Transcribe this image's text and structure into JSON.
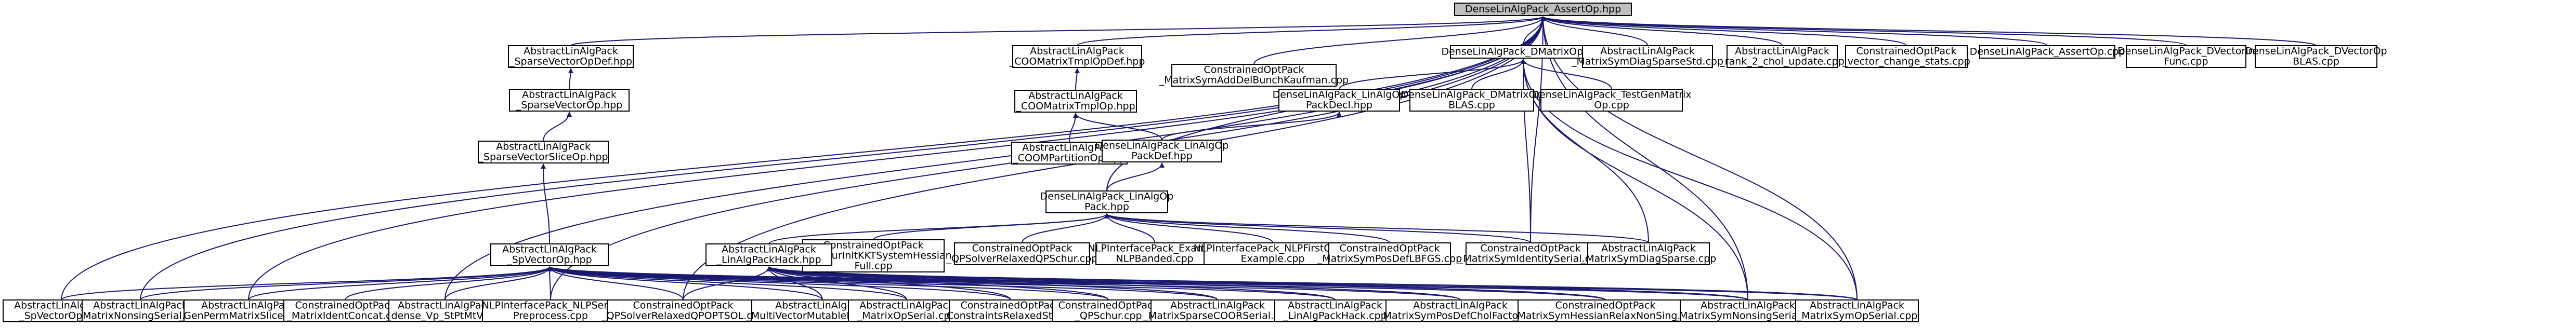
{
  "graph": {
    "edge_color": "#191970",
    "root_fill": "#bfbfbf",
    "nodes": [
      {
        "id": "root",
        "lines": [
          "DenseLinAlgPack_AssertOp.hpp"
        ],
        "root": true
      },
      {
        "id": "spvc",
        "lines": [
          "AbstractLinAlgPack",
          "_SparseVectorOpDef.hpp"
        ]
      },
      {
        "id": "coomtmp",
        "lines": [
          "AbstractLinAlgPack",
          "_COOMatrixTmplOpDef.hpp"
        ]
      },
      {
        "id": "cmsdbk",
        "lines": [
          "ConstrainedOptPack",
          "_MatrixSymAddDelBunchKaufman.cpp"
        ]
      },
      {
        "id": "dmop",
        "lines": [
          "DenseLinAlgPack_DMatrixOp.hpp"
        ]
      },
      {
        "id": "symdia",
        "lines": [
          "AbstractLinAlgPack",
          "_MatrixSymDiagSparseStd.cpp"
        ]
      },
      {
        "id": "rank2",
        "lines": [
          "AbstractLinAlgPack",
          "_rank_2_chol_update.cpp"
        ]
      },
      {
        "id": "vcstats",
        "lines": [
          "ConstrainedOptPack",
          "_vector_change_stats.cpp"
        ]
      },
      {
        "id": "assertcpp",
        "lines": [
          "DenseLinAlgPack_AssertOp.cpp"
        ]
      },
      {
        "id": "dvinfunc",
        "lines": [
          "DenseLinAlgPack_DVectorIn",
          "Func.cpp"
        ]
      },
      {
        "id": "dvblas",
        "lines": [
          "DenseLinAlgPack_DVectorOp",
          "BLAS.cpp"
        ]
      },
      {
        "id": "spvc2",
        "lines": [
          "AbstractLinAlgPack",
          "_SparseVectorOp.hpp"
        ]
      },
      {
        "id": "coomtmp2",
        "lines": [
          "AbstractLinAlgPack",
          "_COOMatrixTmplOp.hpp"
        ]
      },
      {
        "id": "lapo",
        "lines": [
          "DenseLinAlgPack_LinAlgOp",
          "PackDecl.hpp"
        ]
      },
      {
        "id": "dmblas",
        "lines": [
          "DenseLinAlgPack_DMatrixOp",
          "BLAS.cpp"
        ]
      },
      {
        "id": "testgen",
        "lines": [
          "DenseLinAlgPack_TestGenMatrix",
          "Op.cpp"
        ]
      },
      {
        "id": "spslice",
        "lines": [
          "AbstractLinAlgPack",
          "_SparseVectorSliceOp.hpp"
        ]
      },
      {
        "id": "coompart",
        "lines": [
          "AbstractLinAlgPack",
          "_COOMPartitionOp.hpp"
        ]
      },
      {
        "id": "lapodef",
        "lines": [
          "DenseLinAlgPack_LinAlgOp",
          "PackDef.hpp"
        ]
      },
      {
        "id": "lapack",
        "lines": [
          "DenseLinAlgPack_LinAlgOp",
          "Pack.hpp"
        ]
      },
      {
        "id": "qpschur",
        "lines": [
          "ConstrainedOptPack",
          "_QPSchurInitKKTSystemHessian",
          "Full.cpp"
        ]
      },
      {
        "id": "qpsolvschur",
        "lines": [
          "ConstrainedOptPack",
          "_QPSolverRelaxedQPSchur.cpp"
        ]
      },
      {
        "id": "nlpbanded",
        "lines": [
          "NLPInterfacePack_Example",
          "NLPBanded.cpp"
        ]
      },
      {
        "id": "nlpfirst",
        "lines": [
          "NLPInterfacePack_NLPFirstOrder",
          "Example.cpp"
        ]
      },
      {
        "id": "qpfdlbfgs",
        "lines": [
          "ConstrainedOptPack",
          "_MatrixSymPosDefLBFGS.cpp"
        ]
      },
      {
        "id": "csymid",
        "lines": [
          "ConstrainedOptPack",
          "_MatrixSymIdentitySerial.cpp"
        ]
      },
      {
        "id": "msds",
        "lines": [
          "AbstractLinAlgPack",
          "_MatrixSymDiagSparse.cpp"
        ]
      },
      {
        "id": "spvcop",
        "lines": [
          "AbstractLinAlgPack",
          "_SpVectorOp.hpp"
        ]
      },
      {
        "id": "lapackhack",
        "lines": [
          "AbstractLinAlgPack",
          "_LinAlgPackHack.hpp"
        ]
      },
      {
        "id": "spvcopcpp",
        "lines": [
          "AbstractLinAlgPack",
          "_SpVectorOp.cpp"
        ]
      },
      {
        "id": "nonsing",
        "lines": [
          "AbstractLinAlgPack",
          "_MatrixNonsingSerial.cpp"
        ]
      },
      {
        "id": "genperm",
        "lines": [
          "AbstractLinAlgPack",
          "_GenPermMatrixSliceOp.cpp"
        ]
      },
      {
        "id": "mident",
        "lines": [
          "ConstrainedOptPack",
          "_MatrixIdentConcat.cpp"
        ]
      },
      {
        "id": "densevs",
        "lines": [
          "AbstractLinAlgPack",
          "_dense_Vp_StPtMtV.hpp"
        ]
      },
      {
        "id": "nlpserial",
        "lines": [
          "NLPInterfacePack_NLPSerial",
          "Preprocess.cpp"
        ]
      },
      {
        "id": "qpsolvqpopt",
        "lines": [
          "ConstrainedOptPack",
          "_QPSolverRelaxedQPOPTSOL.cpp"
        ]
      },
      {
        "id": "multivec",
        "lines": [
          "AbstractLinAlgPack",
          "_MultiVectorMutableDense.cpp"
        ]
      },
      {
        "id": "mopserial",
        "lines": [
          "AbstractLinAlgPack",
          "_MatrixOpSerial.cpp"
        ]
      },
      {
        "id": "crelax",
        "lines": [
          "ConstrainedOptPack",
          "_ConstraintsRelaxedStd.cpp"
        ]
      },
      {
        "id": "qpschurcpp",
        "lines": [
          "ConstrainedOptPack",
          "_QPSchur.cpp"
        ]
      },
      {
        "id": "mspcoo",
        "lines": [
          "AbstractLinAlgPack",
          "_MatrixSparseCOORSerial.cpp"
        ]
      },
      {
        "id": "lapackhackcpp",
        "lines": [
          "AbstractLinAlgPack",
          "_LinAlgPackHack.cpp"
        ]
      },
      {
        "id": "mspdchol",
        "lines": [
          "AbstractLinAlgPack",
          "_MatrixSymPosDefCholFactor.cpp"
        ]
      },
      {
        "id": "mshessian",
        "lines": [
          "ConstrainedOptPack",
          "_MatrixSymHessianRelaxNonSing.cpp"
        ]
      },
      {
        "id": "msymnon",
        "lines": [
          "AbstractLinAlgPack",
          "_MatrixSymNonsingSerial.cpp"
        ]
      },
      {
        "id": "msymopserial",
        "lines": [
          "AbstractLinAlgPack",
          "_MatrixSymOpSerial.cpp"
        ]
      }
    ]
  }
}
